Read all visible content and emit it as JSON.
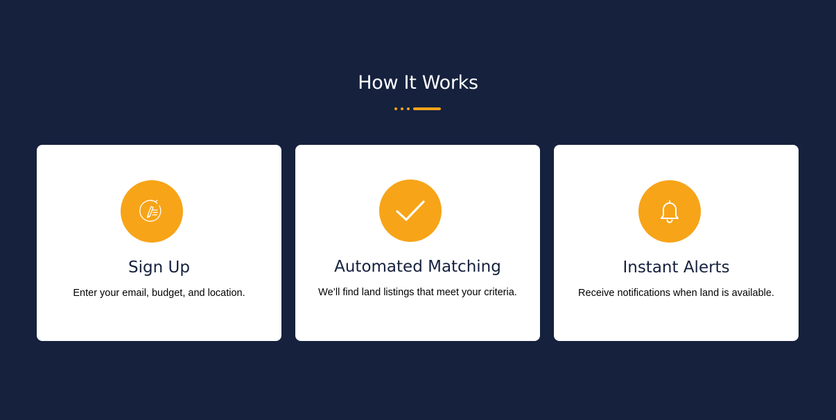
{
  "section": {
    "title": "How It Works"
  },
  "colors": {
    "background": "#15213d",
    "accent": "#f7a418",
    "card": "#ffffff",
    "heading": "#15213d"
  },
  "steps": [
    {
      "icon": "signup-pencil-icon",
      "title": "Sign Up",
      "description": "Enter your email, budget, and location."
    },
    {
      "icon": "checkmark-icon",
      "title": "Automated Matching",
      "description": "We’ll find land listings that meet your criteria."
    },
    {
      "icon": "bell-icon",
      "title": "Instant Alerts",
      "description": "Receive notifications when land is available."
    }
  ]
}
